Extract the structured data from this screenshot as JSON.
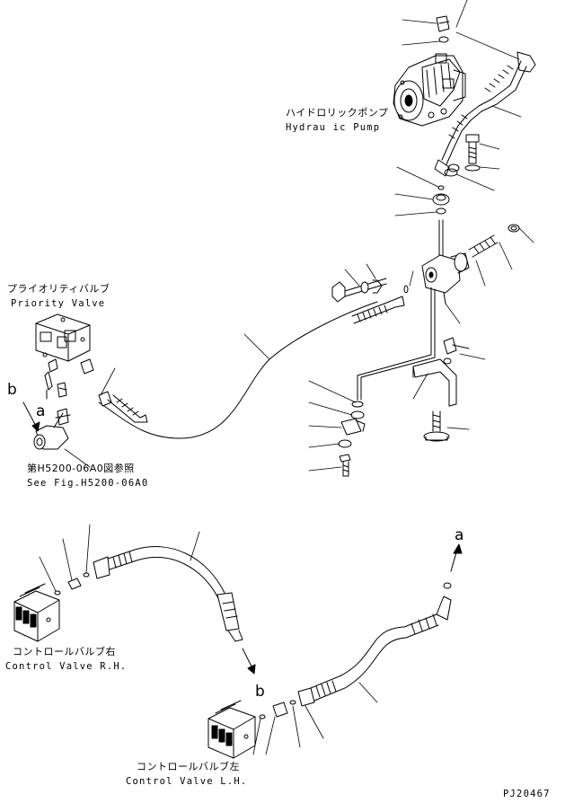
{
  "labels": {
    "hydraulic_pump_jp": "ハイドロリックポンプ",
    "hydraulic_pump_en": "Hydrau ic Pump",
    "priority_valve_jp": "プライオリティバルブ",
    "priority_valve_en": "Priority Valve",
    "see_fig_jp": "第H5200-06A0図参照",
    "see_fig_en": "See Fig.H5200-06A0",
    "control_valve_rh_jp": "コントロールバルブ右",
    "control_valve_rh_en": "Control Valve R.H.",
    "control_valve_lh_jp": "コントロールバルブ左",
    "control_valve_lh_en": "Control Valve L.H.",
    "ref_a_left": "a",
    "ref_b_left": "b",
    "ref_a_right": "a",
    "ref_b_bottom": "b",
    "drawing_number": "PJ20467"
  },
  "colors": {
    "ink": "#000000",
    "paper": "#ffffff"
  }
}
